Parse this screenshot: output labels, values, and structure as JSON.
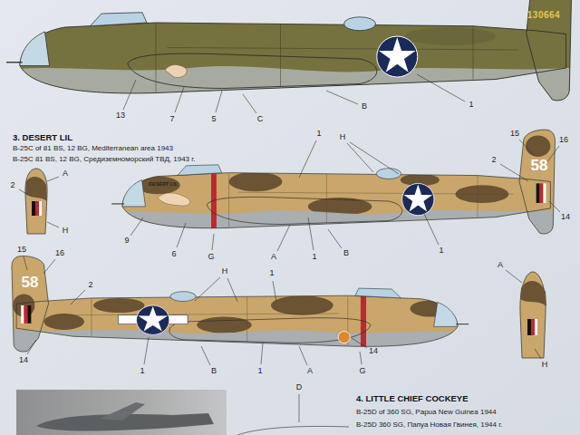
{
  "diagram": {
    "labels": [
      "130664",
      "13",
      "7",
      "5",
      "C",
      "B",
      "1",
      "3. DESERT LIL",
      "B-25C of 81 BS, 12 BG, Mediterranean area 1943",
      "B-25C 81 BS, 12 BG, Средиземноморский ТВД, 1943 г.",
      "DESERT LIL",
      "1",
      "H",
      "15",
      "16",
      "58",
      "2",
      "14",
      "9",
      "6",
      "G",
      "A",
      "1",
      "B",
      "1",
      "2",
      "A",
      "H",
      "15",
      "16",
      "58",
      "2",
      "14",
      "H",
      "1",
      "1",
      "B",
      "1",
      "A",
      "G",
      "14",
      "A",
      "H",
      "D",
      "4. LITTLE CHIEF COCKEYE",
      "B-25D of 360 SG, Papua New Guinea 1944",
      "B-25D 360 SG, Папуа Новая Гвинея, 1944 г."
    ]
  }
}
